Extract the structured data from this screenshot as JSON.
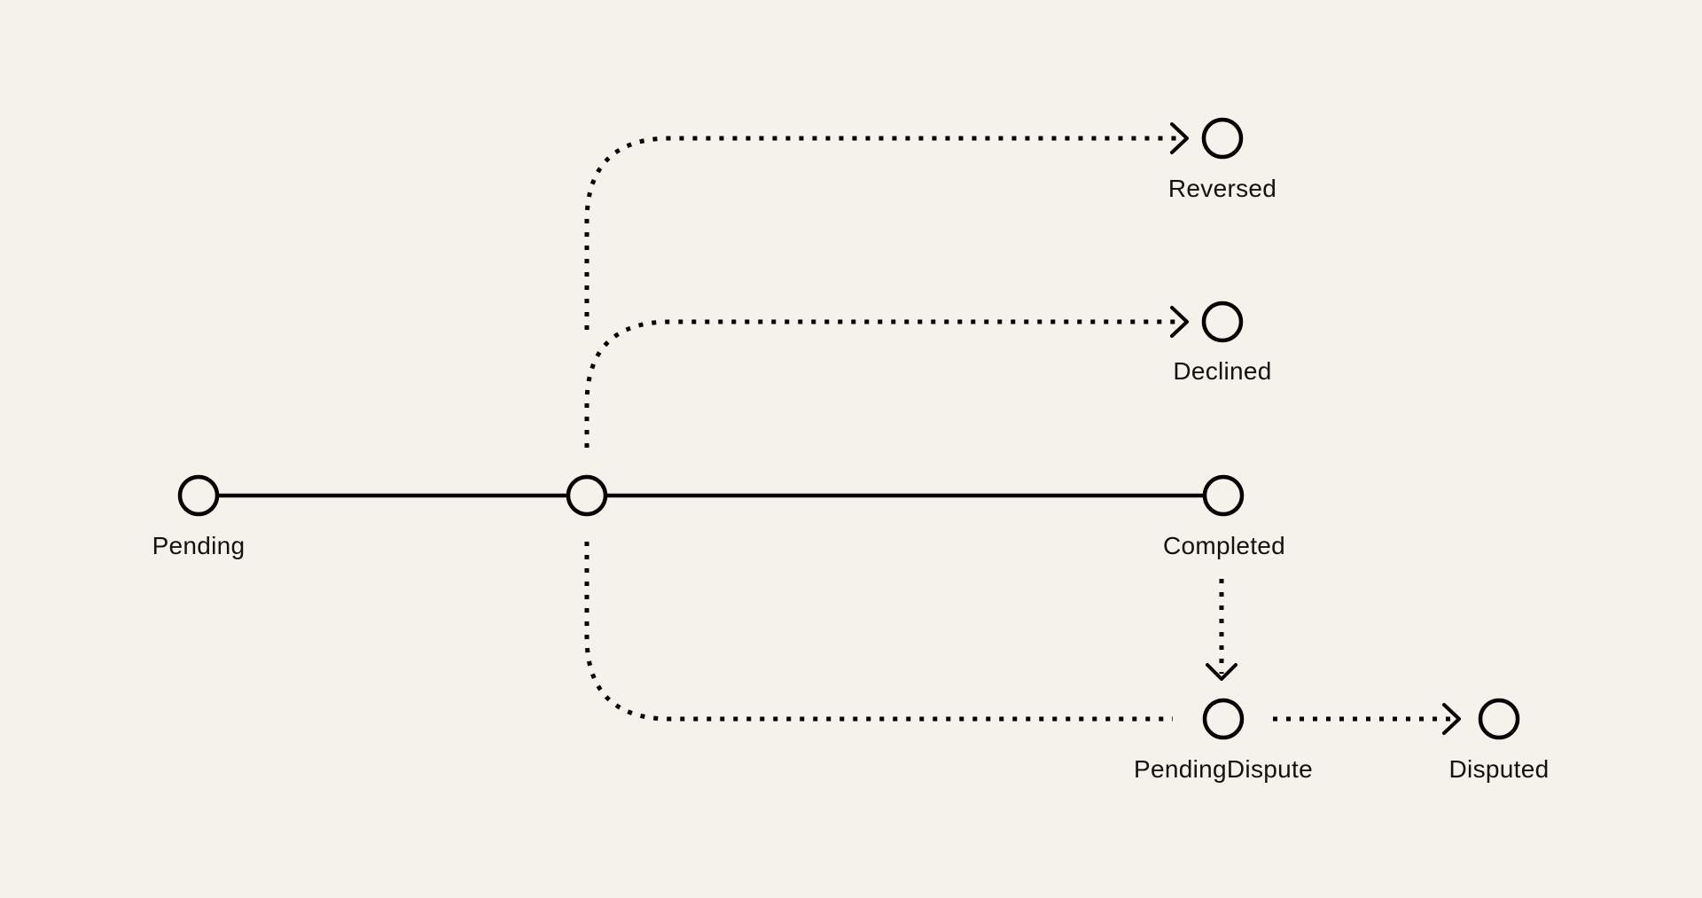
{
  "diagram": {
    "background": "#F5F2EB",
    "stroke_color": "#000000",
    "nodes": {
      "pending": {
        "label": "Pending"
      },
      "branch": {
        "label": ""
      },
      "completed": {
        "label": "Completed"
      },
      "reversed": {
        "label": "Reversed"
      },
      "declined": {
        "label": "Declined"
      },
      "pending_dispute": {
        "label": "PendingDispute"
      },
      "disputed": {
        "label": "Disputed"
      }
    },
    "edges": [
      {
        "from": "Pending",
        "to": "branch",
        "style": "solid"
      },
      {
        "from": "branch",
        "to": "Completed",
        "style": "solid"
      },
      {
        "from": "branch",
        "to": "Reversed",
        "style": "dotted",
        "arrow": true
      },
      {
        "from": "branch",
        "to": "Declined",
        "style": "dotted",
        "arrow": true
      },
      {
        "from": "branch",
        "to": "PendingDispute",
        "style": "dotted",
        "arrow": false
      },
      {
        "from": "Completed",
        "to": "PendingDispute",
        "style": "dotted",
        "arrow": true
      },
      {
        "from": "PendingDispute",
        "to": "Disputed",
        "style": "dotted",
        "arrow": true
      }
    ]
  }
}
